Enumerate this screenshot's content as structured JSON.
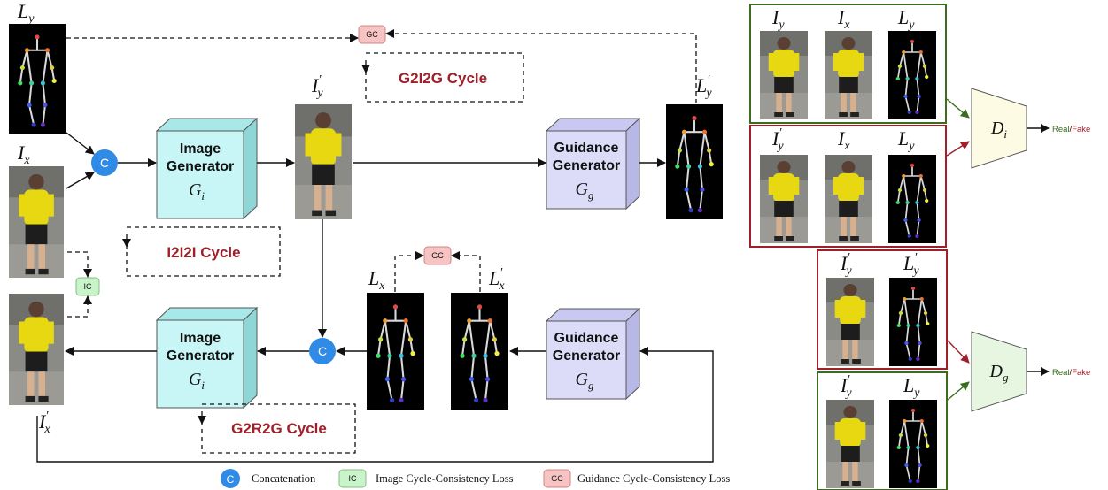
{
  "labels": {
    "Ly": "L",
    "Ly_sub": "y",
    "Ix": "I",
    "Ix_sub": "x",
    "Iy_prime": "I",
    "Iy_prime_sub": "y",
    "Ly_prime": "L",
    "Ly_prime_sub": "y",
    "Lx": "L",
    "Lx_sub": "x",
    "Lx_prime": "L",
    "Lx_prime_sub": "x",
    "Ix_prime": "I",
    "Ix_prime_sub": "x",
    "Iy": "I",
    "Iy_sub": "y"
  },
  "generators": {
    "image_title_1": "Image",
    "image_title_2": "Generator",
    "image_symbol": "G",
    "image_symbol_sub": "i",
    "guidance_title_1": "Guidance",
    "guidance_title_2": "Generator",
    "guidance_symbol": "G",
    "guidance_symbol_sub": "g"
  },
  "cycles": {
    "g2i2g": "G2I2G Cycle",
    "i2i2i": "I2I2I Cycle",
    "g2r2g": "G2R2G Cycle"
  },
  "ops": {
    "concat": "C",
    "ic": "IC",
    "gc": "GC"
  },
  "discriminators": {
    "di": "D",
    "di_sub": "i",
    "dg": "D",
    "dg_sub": "g",
    "real": "Real",
    "slash": "/",
    "fake": "Fake"
  },
  "legend": {
    "concat": "Concatenation",
    "ic": "Image Cycle-Consistency Loss",
    "gc": "Guidance  Cycle-Consistency Loss"
  },
  "colors": {
    "image_generator": "#c8f5f5",
    "guidance_generator": "#dcdcf8",
    "concat": "#2f8be6",
    "ic": "#c9f3c9",
    "gc": "#f7c3c3",
    "green_frame": "#3a6d1e",
    "red_frame": "#a0202a",
    "di_fill": "#fdfbe3",
    "dg_fill": "#e7f6e0",
    "cycle_text": "#a0202a"
  }
}
